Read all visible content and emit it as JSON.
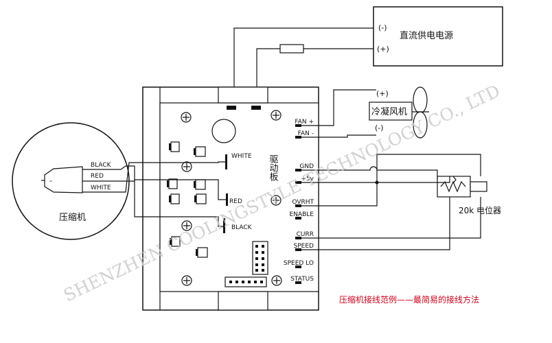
{
  "power_supply": {
    "label": "直流供电电源",
    "neg": "(-)",
    "pos": "(+)"
  },
  "fan": {
    "label": "冷凝风机",
    "pos": "(+)",
    "neg": "(-)"
  },
  "driver": {
    "label": "驱动板"
  },
  "board_labels": {
    "white": "WHITE",
    "red": "RED",
    "black": "BLACK"
  },
  "compressor": {
    "label": "压缩机",
    "wire_black": "BLACK",
    "wire_red": "RED",
    "wire_white": "WHITE"
  },
  "terminals": [
    "FAN +",
    "FAN -",
    "GND",
    "+5v",
    "OVRHT",
    "ENABLE",
    "CURR",
    "SPEED",
    "SPEED LO",
    "STATUS"
  ],
  "potentiometer": {
    "label": "20k  电位器"
  },
  "caption": "压缩机接线范例——最简易的接线方法",
  "watermark": "SHENZHEN COOLINGSTYLE TECHNOLOGY CO., LTD",
  "colors": {
    "line": "#111111",
    "caption": "#d0021b",
    "watermark": "#c9c9c9"
  }
}
